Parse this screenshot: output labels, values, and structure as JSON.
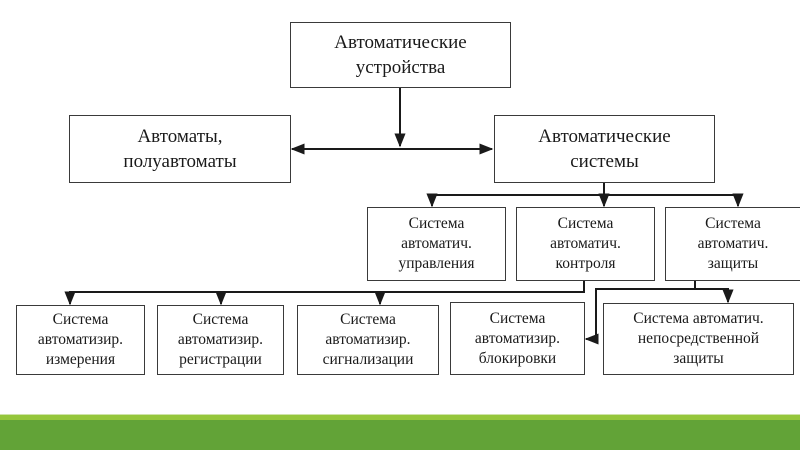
{
  "diagram": {
    "root": {
      "lines": [
        "Автоматические",
        "устройства"
      ]
    },
    "level1": {
      "left": {
        "lines": [
          "Автоматы,",
          "полуавтоматы"
        ]
      },
      "right": {
        "lines": [
          "Автоматические",
          "системы"
        ]
      }
    },
    "level2": [
      {
        "lines": [
          "Система",
          "автоматич.",
          "управления"
        ]
      },
      {
        "lines": [
          "Система",
          "автоматич.",
          "контроля"
        ]
      },
      {
        "lines": [
          "Система",
          "автоматич.",
          "защиты"
        ]
      }
    ],
    "level3": [
      {
        "lines": [
          "Система",
          "автоматизир.",
          "измерения"
        ]
      },
      {
        "lines": [
          "Система",
          "автоматизир.",
          "регистрации"
        ]
      },
      {
        "lines": [
          "Система",
          "автоматизир.",
          "сигнализации"
        ]
      },
      {
        "lines": [
          "Система",
          "автоматизир.",
          "блокировки"
        ]
      },
      {
        "lines": [
          "Система автоматич.",
          "непосредственной",
          "защиты"
        ]
      }
    ],
    "edges": [
      {
        "from": "Автоматические устройства",
        "to": "Автоматы, полуавтоматы / Автоматические системы",
        "style": "arrow-down-to-bidirectional"
      },
      {
        "from": "Автоматические системы",
        "to": "Система автоматич. управления"
      },
      {
        "from": "Автоматические системы",
        "to": "Система автоматич. контроля"
      },
      {
        "from": "Автоматические системы",
        "to": "Система автоматич. защиты"
      },
      {
        "from": "Система автоматич. контроля",
        "to": "Система автоматизир. измерения"
      },
      {
        "from": "Система автоматич. контроля",
        "to": "Система автоматизир. регистрации"
      },
      {
        "from": "Система автоматич. контроля",
        "to": "Система автоматизир. сигнализации"
      },
      {
        "from": "Система автоматич. защиты",
        "to": "Система автоматизир. блокировки"
      },
      {
        "from": "Система автоматич. защиты",
        "to": "Система автоматич. непосредственной защиты"
      }
    ]
  },
  "colors": {
    "line": "#1a1a1a",
    "box_border": "#3a3a3a",
    "footer_band": "#62a337",
    "footer_band_light": "#95c63b"
  }
}
